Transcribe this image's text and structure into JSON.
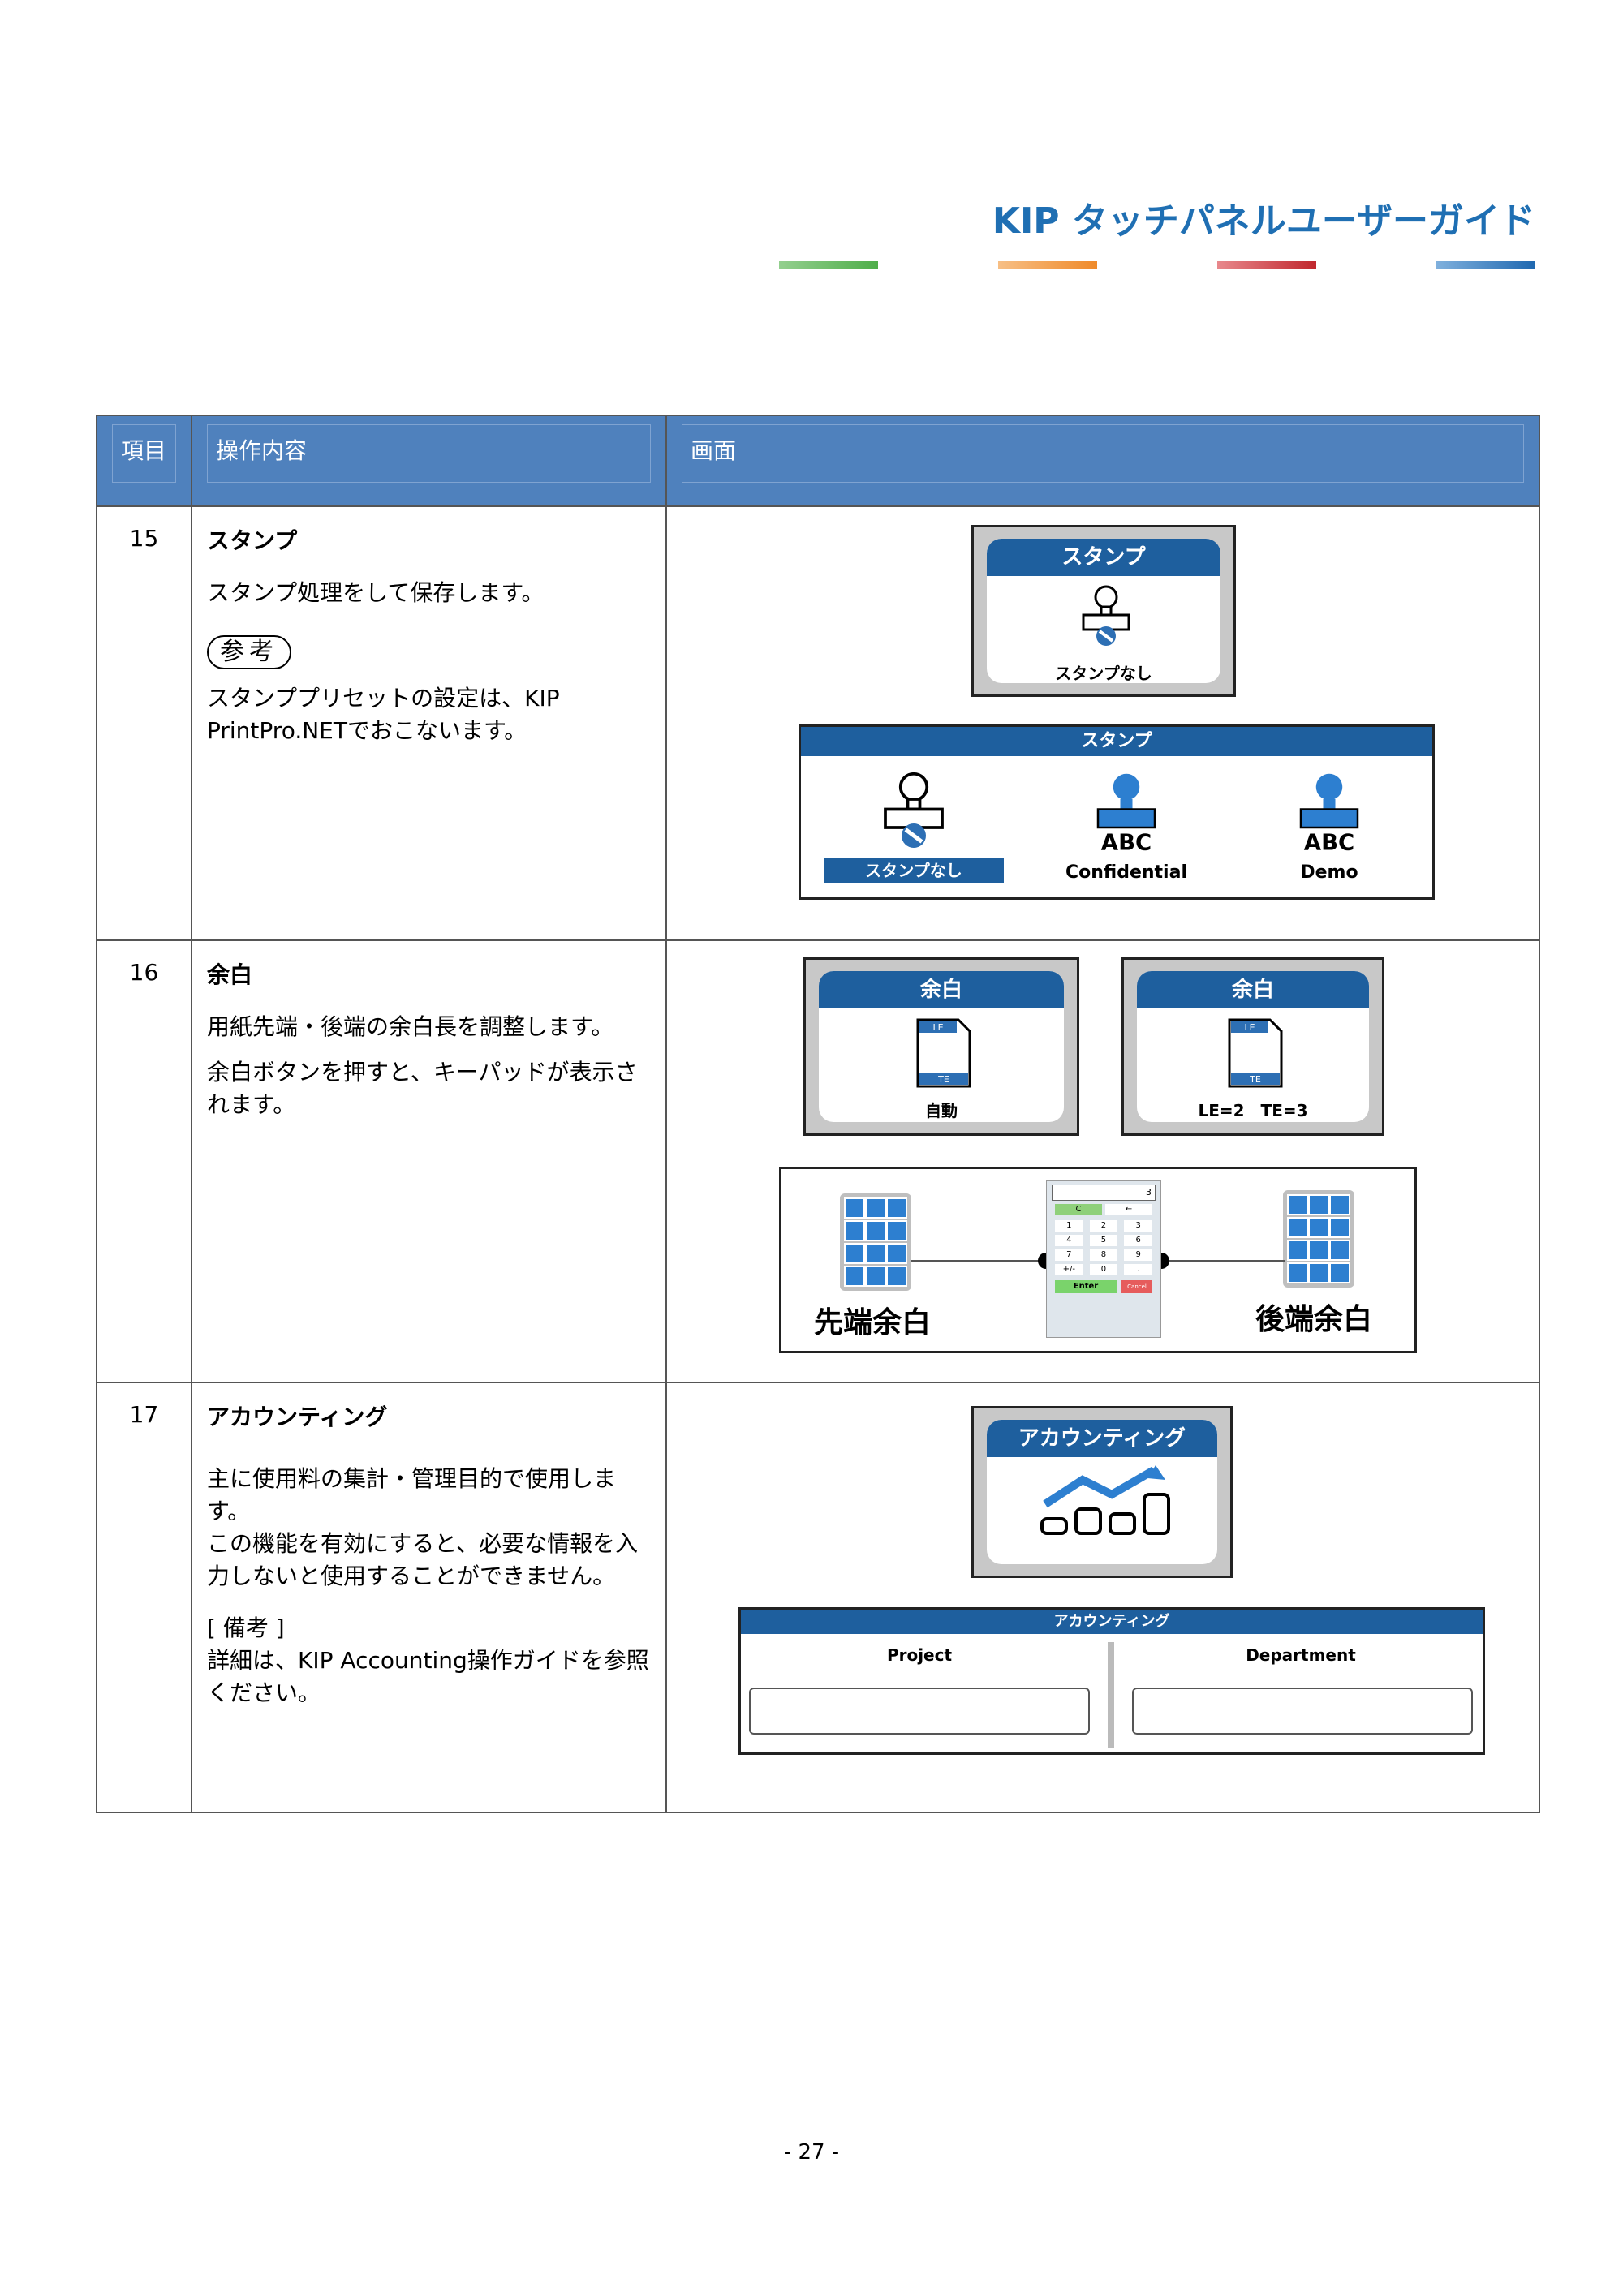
{
  "header": {
    "title": "KIP タッチパネルユーザーガイド"
  },
  "table": {
    "col_item": "項目",
    "col_operation": "操作内容",
    "col_screen": "画面"
  },
  "rows": [
    {
      "num": "15",
      "title": "スタンプ",
      "text1": "スタンプ処理をして保存します。",
      "ref": "参考",
      "text2": "スタンププリセットの設定は、KIP PrintPro.NETでおこないます。",
      "button": {
        "header": "スタンプ",
        "label": "スタンプなし"
      },
      "panel": {
        "header": "スタンプ",
        "items": [
          "スタンプなし",
          "Confidential",
          "Demo"
        ]
      }
    },
    {
      "num": "16",
      "title": "余白",
      "text1": "用紙先端・後端の余白長を調整します。",
      "text2": "余白ボタンを押すと、キーパッドが表示されます。",
      "button1": {
        "header": "余白",
        "label": "自動"
      },
      "button2": {
        "header": "余白",
        "label": "LE=2　TE=3"
      },
      "keypad": {
        "left_label": "先端余白",
        "right_label": "後端余白",
        "display": "3",
        "enter": "Enter",
        "cancel": "Cancel",
        "keys": [
          "C",
          "←",
          "1",
          "2",
          "3",
          "4",
          "5",
          "6",
          "7",
          "8",
          "9",
          "+/-",
          "0",
          "."
        ]
      }
    },
    {
      "num": "17",
      "title": "アカウンティング",
      "text1": "主に使用料の集計・管理目的で使用します。",
      "text2": "この機能を有効にすると、必要な情報を入力しないと使用することができません。",
      "text3": "[ 備考 ]",
      "text4": "詳細は、KIP Accounting操作ガイドを参照ください。",
      "button": {
        "header": "アカウンティング"
      },
      "panel": {
        "header": "アカウンティング",
        "project": "Project",
        "department": "Department"
      }
    }
  ],
  "footer": {
    "page": "- 27 -"
  },
  "colors": {
    "title": "#1f6fb3",
    "header_bg": "#4f81bd",
    "ui_blue": "#1e5f9e"
  }
}
